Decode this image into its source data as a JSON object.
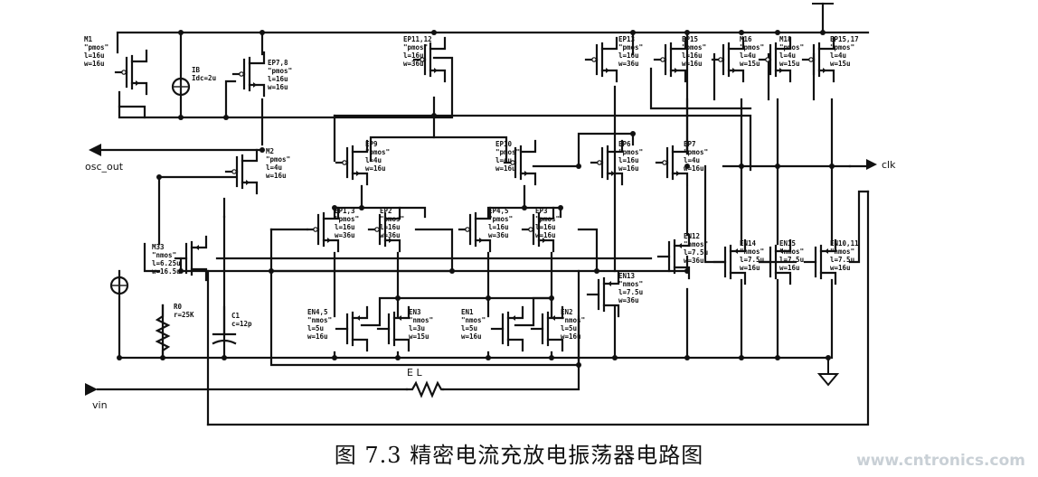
{
  "caption": "图 7.3 精密电流充放电振荡器电路图",
  "watermark": "www.cntronics.com",
  "ports": {
    "osc_out": "osc_out",
    "clk": "clk",
    "vin": "vin",
    "resistor_label": "E L"
  },
  "devices": {
    "m1": [
      "M1",
      "\"pmos\"",
      "l=16u",
      "w=16u"
    ],
    "ib": [
      "IB",
      "Idc=2u"
    ],
    "ep78": [
      "EP7,8",
      "\"pmos\"",
      "l=16u",
      "w=16u"
    ],
    "m2": [
      "M2",
      "\"pmos\"",
      "l=4u",
      "w=16u"
    ],
    "m33": [
      "M33",
      "\"nmos\"",
      "l=6.25u",
      "w=16.5u"
    ],
    "r0": [
      "R0",
      "r=25K"
    ],
    "c1": [
      "C1",
      "c=12p"
    ],
    "ep1112": [
      "EP11,12",
      "\"pmos\"",
      "l=16u",
      "w=36u"
    ],
    "ep13": [
      "EP13",
      "\"pmos\"",
      "l=16u",
      "w=36u"
    ],
    "ep15": [
      "EP15",
      "\"pmos\"",
      "l=16u",
      "w=16u"
    ],
    "m16": [
      "M16",
      "\"pmos\"",
      "l=4u",
      "w=15u"
    ],
    "m18": [
      "M18",
      "\"pmos\"",
      "l=4u",
      "w=15u"
    ],
    "ep1517": [
      "EP15,17",
      "\"pmos\"",
      "l=4u",
      "w=15u"
    ],
    "ep9": [
      "EP9",
      "\"pmos\"",
      "l=4u",
      "w=16u"
    ],
    "ep10": [
      "EP10",
      "\"pmos\"",
      "l=4u",
      "w=16u"
    ],
    "ep6": [
      "EP6",
      "\"pmos\"",
      "l=16u",
      "w=16u"
    ],
    "ep7": [
      "EP7",
      "\"pmos\"",
      "l=4u",
      "w=16u"
    ],
    "ep13b": [
      "EP1,3",
      "\"pmos\"",
      "l=16u",
      "w=36u"
    ],
    "ep2": [
      "EP2",
      "\"pmos\"",
      "l=16u",
      "w=36u"
    ],
    "ep45": [
      "EP4,5",
      "\"pmos\"",
      "l=16u",
      "w=36u"
    ],
    "ep3b": [
      "EP3",
      "\"pmos\"",
      "l=16u",
      "w=16u"
    ],
    "en12": [
      "EN12",
      "\"nmos\"",
      "l=7.5u",
      "w=36u"
    ],
    "en13": [
      "EN13",
      "\"nmos\"",
      "l=7.5u",
      "w=36u"
    ],
    "en14": [
      "EN14",
      "\"nmos\"",
      "l=7.5u",
      "w=16u"
    ],
    "en15": [
      "EN15",
      "\"nmos\"",
      "l=7.5u",
      "w=16u"
    ],
    "en1011": [
      "EN10,11",
      "\"nmos\"",
      "l=7.5u",
      "w=16u"
    ],
    "en45": [
      "EN4,5",
      "\"nmos\"",
      "l=5u",
      "w=16u"
    ],
    "en3": [
      "EN3",
      "\"nmos\"",
      "l=3u",
      "w=15u"
    ],
    "en1": [
      "EN1",
      "\"nmos\"",
      "l=5u",
      "w=16u"
    ],
    "en2": [
      "EN2",
      "\"nmos\"",
      "l=5u",
      "w=16u"
    ]
  }
}
